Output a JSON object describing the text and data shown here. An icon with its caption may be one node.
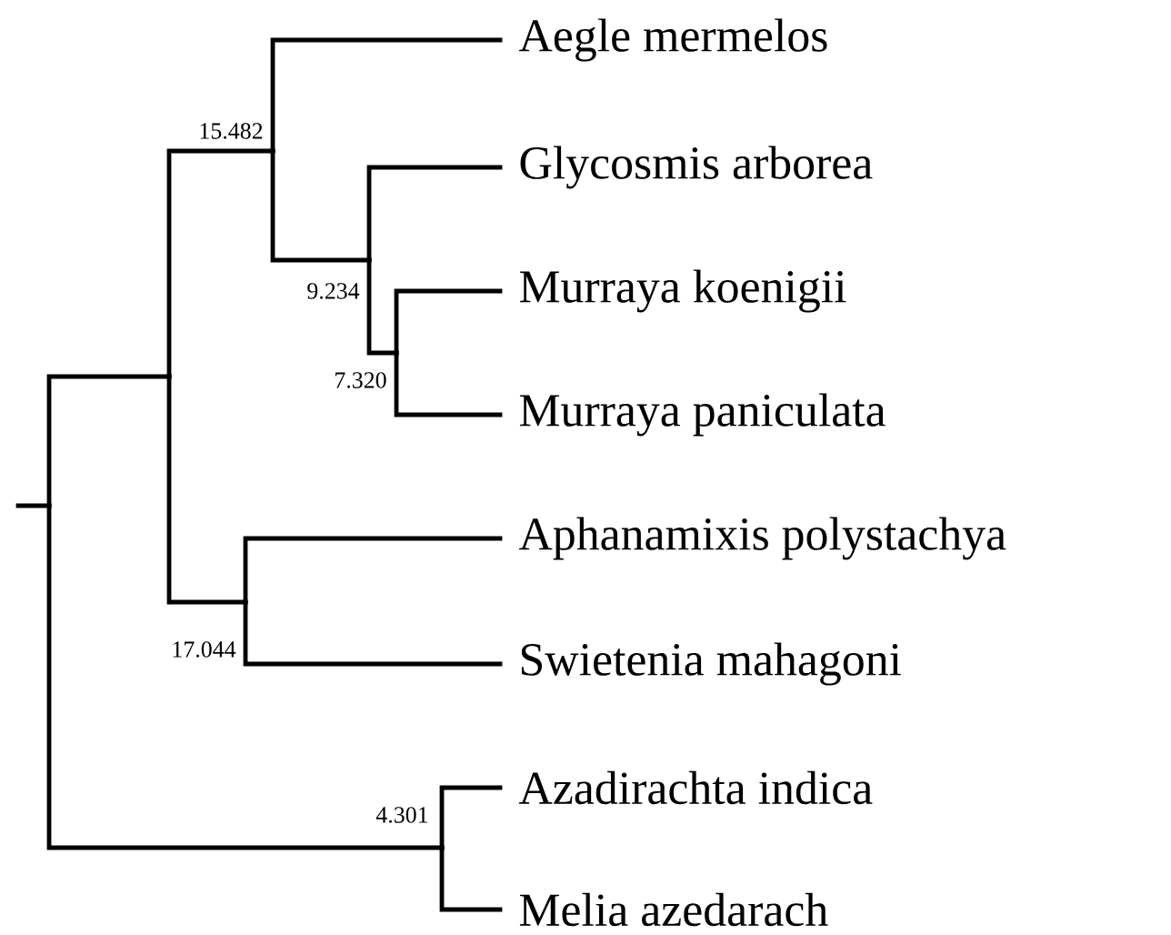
{
  "diagram": {
    "nodes": [
      {
        "text": [],
        "shape": "point"
      },
      {
        "text": [],
        "shape": "point"
      },
      {
        "text": [],
        "shape": "point",
        "beside": [
          "15.482"
        ]
      },
      {
        "text": [
          "Aegle mermelos"
        ]
      },
      {
        "text": [],
        "shape": "point",
        "beside": [
          "9.234"
        ]
      },
      {
        "text": [
          "Glycosmis arborea"
        ]
      },
      {
        "text": [],
        "shape": "point",
        "beside": [
          "7.320"
        ]
      },
      {
        "text": [
          "Murraya koenigii"
        ]
      },
      {
        "text": [
          "Murraya paniculata"
        ]
      },
      {
        "text": [],
        "shape": "point",
        "beside": [
          "17.044"
        ]
      },
      {
        "text": [
          "Aphanamixis polystachya"
        ]
      },
      {
        "text": [
          "Swietenia mahagoni"
        ]
      },
      {
        "text": [],
        "shape": "point",
        "beside": [
          "4.301"
        ]
      },
      {
        "text": [
          "Azadirachta indica"
        ]
      },
      {
        "text": [
          "Melia azedarach"
        ]
      }
    ],
    "edges": [
      {
        "from": null,
        "to": 0,
        "arrow": "none"
      },
      {
        "from": 0,
        "to": 1,
        "arrow": "none"
      },
      {
        "from": 1,
        "to": 2,
        "arrow": "none"
      },
      {
        "from": 2,
        "to": 3,
        "arrow": "none"
      },
      {
        "from": 2,
        "to": 4,
        "arrow": "none"
      },
      {
        "from": 4,
        "to": 5,
        "arrow": "none"
      },
      {
        "from": 4,
        "to": 6,
        "arrow": "none"
      },
      {
        "from": 6,
        "to": 7,
        "arrow": "none"
      },
      {
        "from": 6,
        "to": 8,
        "arrow": "none"
      },
      {
        "from": 1,
        "to": 9,
        "arrow": "none"
      },
      {
        "from": 9,
        "to": 10,
        "arrow": "none"
      },
      {
        "from": 9,
        "to": 11,
        "arrow": "none"
      },
      {
        "from": 0,
        "to": 12,
        "arrow": "none"
      },
      {
        "from": 12,
        "to": 13,
        "arrow": "none"
      },
      {
        "from": 12,
        "to": 14,
        "arrow": "none"
      }
    ]
  }
}
